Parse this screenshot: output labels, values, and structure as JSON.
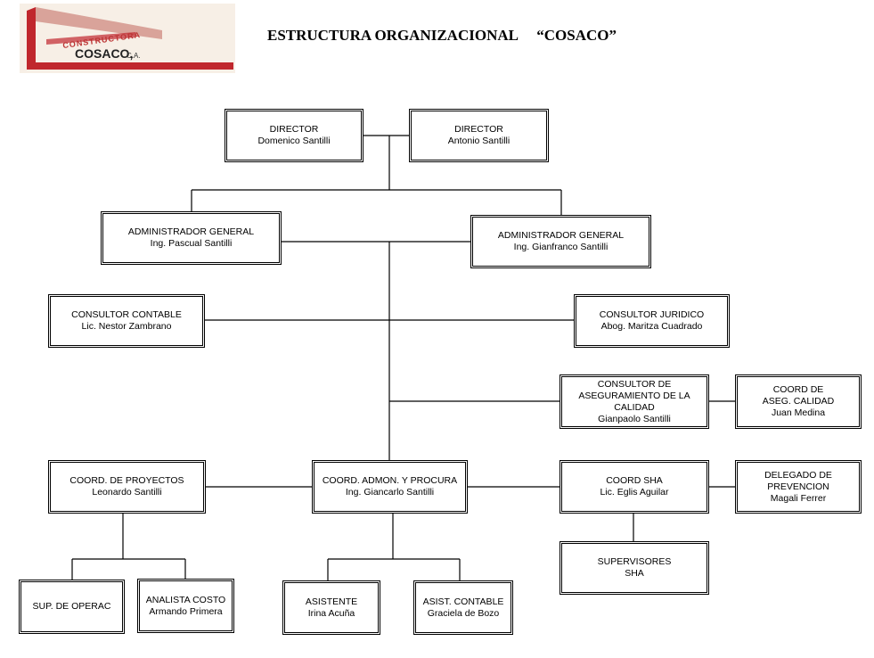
{
  "header": {
    "title": "ESTRUCTURA ORGANIZACIONAL     “COSACO”",
    "logo": {
      "top_text": "CONSTRUCTORA",
      "main_text": "COSACO,",
      "sub_text": "C.A."
    }
  },
  "colors": {
    "logo_red": "#c0272d",
    "logo_bg": "#f7efe6",
    "line": "#000000"
  },
  "nodes": {
    "director_domenico": {
      "line1": "DIRECTOR",
      "line2": "Domenico Santilli"
    },
    "director_antonio": {
      "line1": "DIRECTOR",
      "line2": "Antonio Santilli"
    },
    "admin_pascual": {
      "line1": "ADMINISTRADOR GENERAL",
      "line2": "Ing. Pascual Santilli"
    },
    "admin_gianfranco": {
      "line1": "ADMINISTRADOR GENERAL",
      "line2": "Ing. Gianfranco Santilli"
    },
    "consultor_contable": {
      "line1": "CONSULTOR CONTABLE",
      "line2": "Lic. Nestor Zambrano"
    },
    "consultor_juridico": {
      "line1": "CONSULTOR JURIDICO",
      "line2": "Abog. Maritza Cuadrado"
    },
    "consultor_calidad": {
      "line1": "CONSULTOR DE",
      "line2": "ASEGURAMIENTO DE LA",
      "line3": "CALIDAD",
      "line4": "Gianpaolo Santilli"
    },
    "coord_aseg_calidad": {
      "line1": "COORD  DE",
      "line2": "ASEG.  CALIDAD",
      "line3": "Juan Medina"
    },
    "coord_proyectos": {
      "line1": "COORD. DE PROYECTOS",
      "line2": "Leonardo Santilli"
    },
    "coord_admon": {
      "line1": "COORD.  ADMON. Y PROCURA",
      "line2": "Ing. Giancarlo Santilli"
    },
    "coord_sha": {
      "line1": "COORD  SHA",
      "line2": "Lic. Eglis Aguilar"
    },
    "delegado_prevencion": {
      "line1": "DELEGADO DE",
      "line2": "PREVENCION",
      "line3": "Magali Ferrer"
    },
    "supervisores_sha": {
      "line1": "SUPERVISORES",
      "line2": "SHA"
    },
    "sup_operac": {
      "line1": "SUP. DE OPERAC"
    },
    "analista_costo": {
      "line1": "ANALISTA  COSTO",
      "line2": "Armando Primera"
    },
    "asistente": {
      "line1": "ASISTENTE",
      "line2": "Irina Acuña"
    },
    "asist_contable": {
      "line1": "ASIST. CONTABLE",
      "line2": "Graciela de Bozo"
    }
  }
}
